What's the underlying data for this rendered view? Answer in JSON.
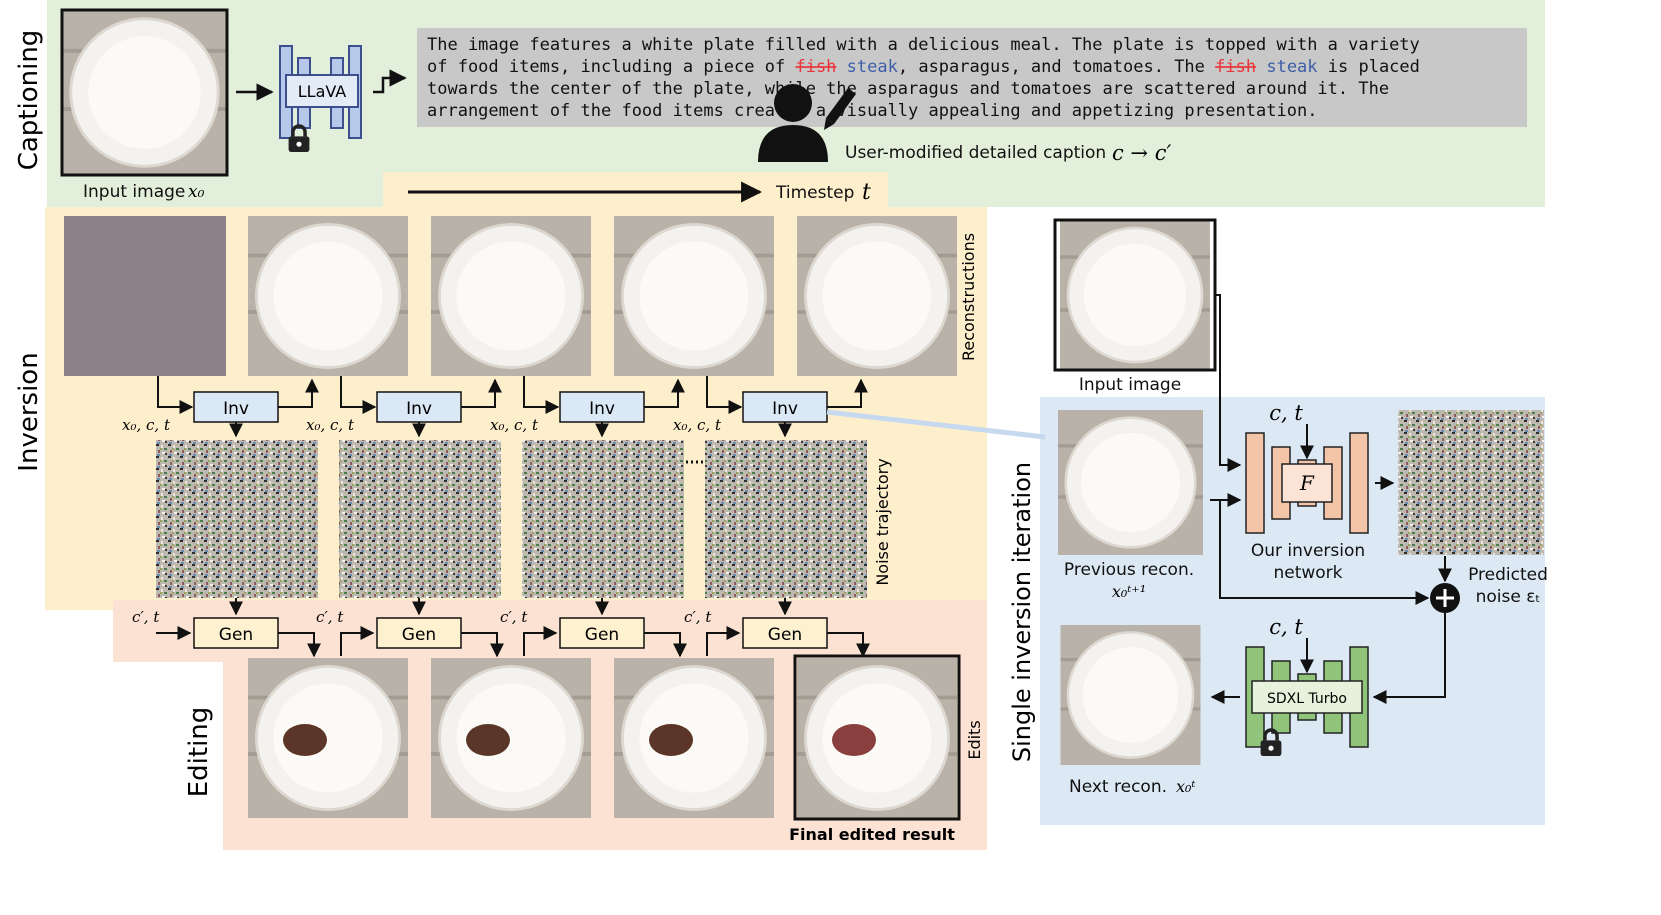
{
  "sections": {
    "captioning": "Captioning",
    "inversion": "Inversion",
    "editing": "Editing",
    "single_iteration": "Single inversion iteration"
  },
  "captioning": {
    "input_label": "Input image",
    "input_var": "x₀",
    "model": "LLaVA",
    "caption_parts": [
      {
        "text": "The image features a white plate filled with a delicious meal. The plate is topped with a variety",
        "line": 0
      },
      {
        "text": "of food items, including a piece of ",
        "line": 1
      },
      {
        "text": "fish",
        "line": 1,
        "style": "strike"
      },
      {
        "text": " ",
        "line": 1
      },
      {
        "text": "steak",
        "line": 1,
        "style": "new"
      },
      {
        "text": ", asparagus, and tomatoes. The ",
        "line": 1
      },
      {
        "text": "fish",
        "line": 1,
        "style": "strike"
      },
      {
        "text": " ",
        "line": 1
      },
      {
        "text": "steak",
        "line": 1,
        "style": "new"
      },
      {
        "text": " is placed",
        "line": 1
      },
      {
        "text": "towards the center of the plate, while the asparagus and tomatoes are scattered around it. The",
        "line": 2
      },
      {
        "text": "arrangement of the food items creates a visually appealing and appetizing presentation.",
        "line": 3
      }
    ],
    "user_label": "User-modified detailed caption",
    "user_math": "c → c′"
  },
  "timestep": {
    "label": "Timestep",
    "var": "t"
  },
  "side_labels": {
    "reconstructions": "Reconstructions",
    "noise_trajectory": "Noise trajectory",
    "edits": "Edits"
  },
  "inversion": {
    "block": "Inv",
    "inputs": "x₀, c, t",
    "gen_block": "Gen",
    "gen_inputs": "c′, t"
  },
  "final_result": "Final edited result",
  "single": {
    "input_label": "Input image",
    "condition": "c, t",
    "network_symbol": "F",
    "network_label_1": "Our inversion",
    "network_label_2": "network",
    "prev_label": "Previous recon.",
    "prev_var": "x₀ᵗ⁺¹",
    "noise_label_1": "Predicted",
    "noise_label_2": "noise εₜ",
    "plus": "+",
    "sdxl": "SDXL Turbo",
    "next_label": "Next recon.",
    "next_var": "x₀ᵗ"
  },
  "colors": {
    "caption_bg": "#e2efda",
    "inversion_bg": "#fdefcc",
    "editing_bg": "#fbe2d3",
    "single_bg": "#dce9f5",
    "inv_block": "#dbe8f6",
    "gen_block": "#fdf1d0",
    "llava": "#b6c9ea",
    "inversion_net": "#f4c4a8",
    "sdxl_net": "#8fc47a",
    "strike_red": "#e8363a",
    "new_blue": "#3d5ea8"
  }
}
